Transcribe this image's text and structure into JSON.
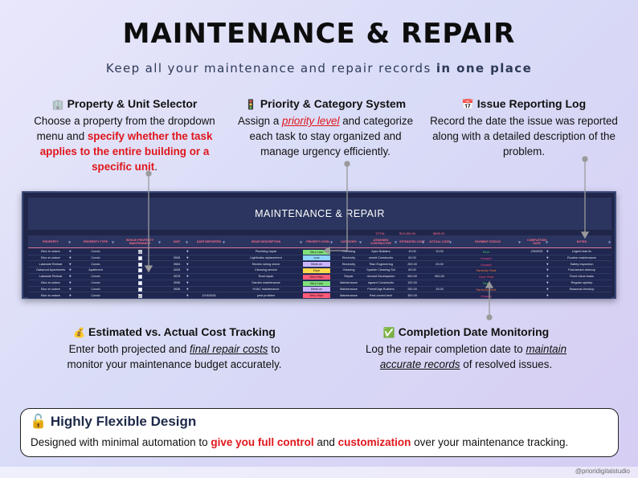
{
  "header": {
    "title": "MAINTENANCE & REPAIR",
    "subtitle_pre": "Keep all your maintenance and repair records ",
    "subtitle_bold": "in one place"
  },
  "features": {
    "property": {
      "icon": "🏢",
      "heading": "Property & Unit Selector",
      "t1": "Choose a property from the dropdown menu and ",
      "t2": "specify whether the task applies to the entire building or a specific unit",
      "t3": "."
    },
    "priority": {
      "icon": "🚦",
      "heading": "Priority & Category System",
      "t1": "Assign a ",
      "t2": "priority level",
      "t3": " and categorize each task to stay organized and manage urgency efficiently."
    },
    "issue": {
      "icon": "📅",
      "heading": "Issue Reporting Log",
      "t1": "Record the date the issue was reported along with a detailed description of the problem."
    },
    "cost": {
      "icon": "💰",
      "heading": "Estimated vs. Actual Cost Tracking",
      "t1": "Enter both projected and ",
      "t2": "final repair costs",
      "t3": " to monitor your maintenance budget accurately."
    },
    "completion": {
      "icon": "✅",
      "heading": "Completion Date Monitoring",
      "t1": "Log the repair completion date to ",
      "t2": "maintain accurate records",
      "t3": " of resolved issues."
    }
  },
  "sheet": {
    "title": "MAINTENANCE & REPAIR",
    "total_label": "TOTAL",
    "total_estimated": "$15,465.00",
    "total_actual": "$855.00",
    "headers": [
      "PROPERTY",
      "PROPERTY TYPE",
      "WHOLE PROPERTY MAINTENANCE",
      "UNIT",
      "DATE REPORTED",
      "ISSUE DESCRIPTION",
      "PRIORITY LEVEL",
      "CATEGORY",
      "ASSIGNED CONTRACTOR",
      "ESTIMATED COST",
      "ACTUAL COST",
      "PAYMENT STATUS",
      "COMPLETION DATE",
      "NOTES"
    ],
    "rows": [
      {
        "property": "Bloc st octave",
        "type": "Condo",
        "whole": "☑",
        "unit": "",
        "date": "",
        "issue": "Plumbing repair",
        "priority": "Very Low",
        "category": "Plumbing",
        "contractor": "Apex Builders",
        "est": "10.00",
        "act": "10.00",
        "status": "Paid",
        "done": "2/5/2025",
        "notes": "Urgent leak fix"
      },
      {
        "property": "Bloc st octave",
        "type": "Condo",
        "whole": "",
        "unit": "3928",
        "date": "",
        "issue": "Lightbulbs replacement",
        "priority": "Low",
        "category": "Electricity",
        "contractor": "ummit Constructio",
        "est": "50.00",
        "act": "",
        "status": "Unpaid",
        "done": "",
        "notes": "Routine maintenance"
      },
      {
        "property": "Lakeside Retreat",
        "type": "Condo",
        "whole": "",
        "unit": "3963",
        "date": "",
        "issue": "Electric wiring check",
        "priority": "Medium",
        "category": "Electricity",
        "contractor": "Titan Engineering",
        "est": "200.00",
        "act": "20.00",
        "status": "Unpaid",
        "done": "",
        "notes": "Safety inspection"
      },
      {
        "property": "Oakwood Apartments",
        "type": "Apartment",
        "whole": "",
        "unit": "4026",
        "date": "",
        "issue": "Cleaning service",
        "priority": "High",
        "category": "Cleaning",
        "contractor": "Sparkle Cleaning Sol",
        "est": "80.00",
        "act": "",
        "status": "Partially Paid",
        "done": "",
        "notes": "Post-tenant cleanup"
      },
      {
        "property": "Lakeside Retreat",
        "type": "Condo",
        "whole": "",
        "unit": "3978",
        "date": "",
        "issue": "Roof repair",
        "priority": "Very High",
        "category": "Repair",
        "contractor": "rincrest Developmen",
        "est": "500.00",
        "act": "500.00",
        "status": "Over Paid",
        "done": "",
        "notes": "Fixed minor leaks"
      },
      {
        "property": "Bloc st octave",
        "type": "Condo",
        "whole": "",
        "unit": "3936",
        "date": "",
        "issue": "Garden maintenance",
        "priority": "Very Low",
        "category": "Maintenance",
        "contractor": "eguard Constructio",
        "est": "120.00",
        "act": "",
        "status": "Paid",
        "done": "",
        "notes": "Regular upkeep"
      },
      {
        "property": "Bloc st octave",
        "type": "Condo",
        "whole": "",
        "unit": "3936",
        "date": "",
        "issue": "HVAC maintenance",
        "priority": "Medium",
        "category": "Maintenance",
        "contractor": "PrimeEdge Builders",
        "est": "250.00",
        "act": "15.00",
        "status": "Partially Paid",
        "done": "",
        "notes": "Seasonal checkup"
      },
      {
        "property": "Bloc st octave",
        "type": "Condo",
        "whole": "☑",
        "unit": "",
        "date": "2/19/2026",
        "issue": "pest problem",
        "priority": "Very High",
        "category": "Maintenance",
        "contractor": "Pest control tech",
        "est": "300.00",
        "act": "",
        "status": "Unpaid",
        "done": "",
        "notes": ""
      }
    ]
  },
  "colors": {
    "Very Low": "#7ee07a",
    "Low": "#8fd3ff",
    "Medium": "#c9b4ff",
    "High": "#ffd84a",
    "Very High": "#ff5a7a",
    "Paid": "#3ecf6a",
    "Unpaid": "#ff4d8a",
    "Partially Paid": "#ff7a3d",
    "Over Paid": "#ff4d6a"
  },
  "callout": {
    "icon": "🔓",
    "heading": "Highly Flexible Design",
    "t1": "Designed with minimal automation to ",
    "t2": "give you full control",
    "t3": " and ",
    "t4": "customization",
    "t5": " over your maintenance tracking."
  },
  "credit": "@prioridigitalstudio"
}
